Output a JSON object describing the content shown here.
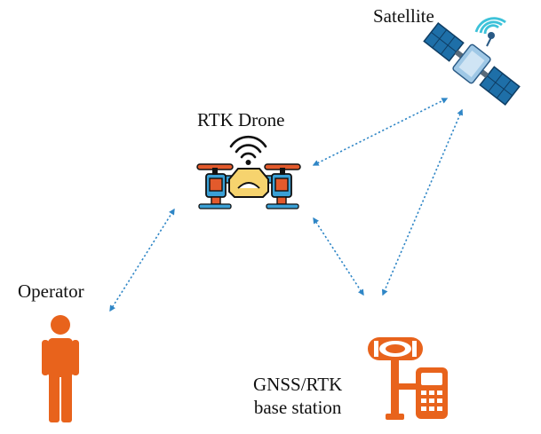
{
  "nodes": {
    "satellite": {
      "label": "Satellite",
      "icon": "satellite-icon"
    },
    "drone": {
      "label": "RTK Drone",
      "icon": "drone-icon"
    },
    "operator": {
      "label": "Operator",
      "icon": "person-icon"
    },
    "base_station": {
      "label_line1": "GNSS/RTK",
      "label_line2": "base station",
      "icon": "gnss-base-station-icon"
    }
  },
  "links": [
    {
      "from": "operator",
      "to": "drone",
      "style": "dotted",
      "arrows": "both"
    },
    {
      "from": "drone",
      "to": "satellite",
      "style": "dotted",
      "arrows": "both"
    },
    {
      "from": "drone",
      "to": "base_station",
      "style": "dotted",
      "arrows": "both"
    },
    {
      "from": "satellite",
      "to": "base_station",
      "style": "dotted",
      "arrows": "both"
    }
  ],
  "colors": {
    "link": "#2f86c6",
    "operator": "#e8631c",
    "base_station": "#e8631c",
    "drone_body": "#f6d36e",
    "drone_motor": "#e35a2c",
    "drone_arm": "#3aa0d6",
    "satellite_panel": "#1e6fa8",
    "satellite_body": "#9fc8e6",
    "satellite_signal": "#3dc2d9"
  }
}
